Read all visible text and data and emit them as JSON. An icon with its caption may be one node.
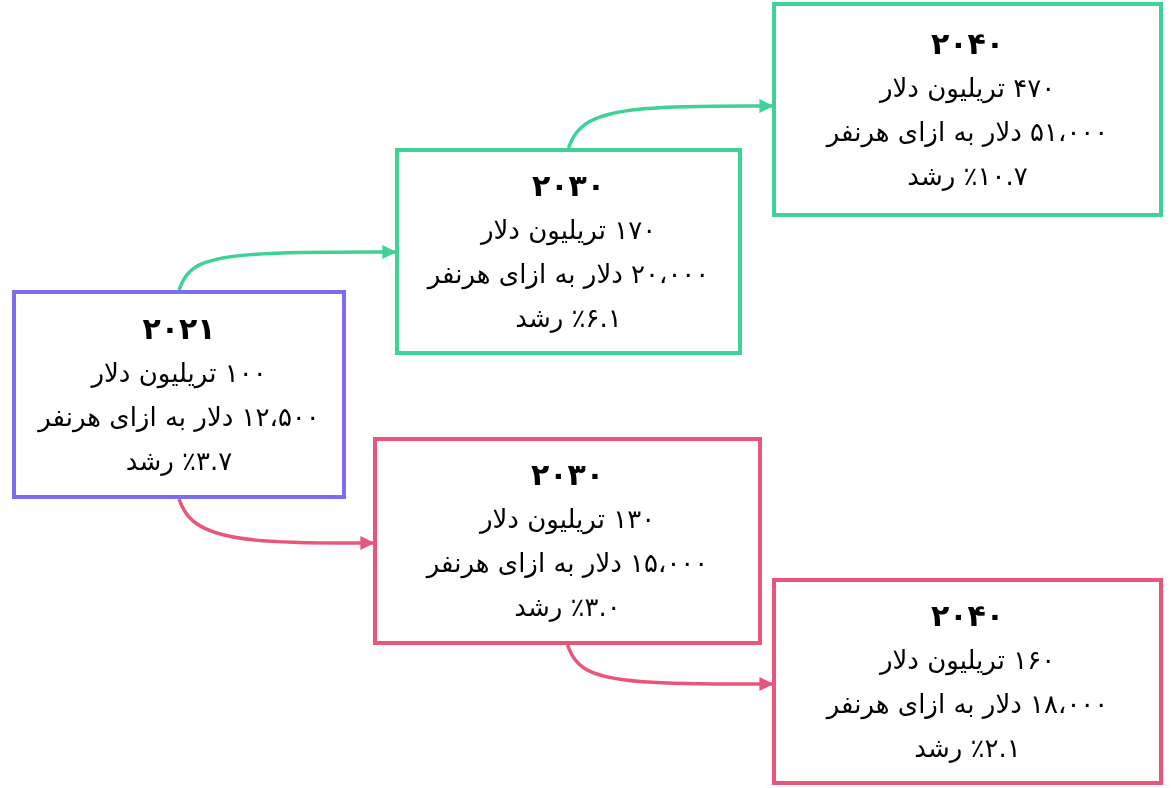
{
  "diagram": {
    "nodes": [
      {
        "text": [
          "۲۰۲۱",
          "۱۰۰ تریلیون دلار",
          "۱۲،۵۰۰ دلار به ازای هرنفر",
          "٪۳.۷ رشد"
        ]
      },
      {
        "text": [
          "۲۰۳۰",
          "۱۷۰ تریلیون دلار",
          "۲۰،۰۰۰ دلار به ازای هرنفر",
          "٪۶.۱ رشد"
        ]
      },
      {
        "text": [
          "۲۰۴۰",
          "۴۷۰ تریلیون دلار",
          "۵۱،۰۰۰ دلار به ازای هرنفر",
          "٪۱۰.۷ رشد"
        ]
      },
      {
        "text": [
          "۲۰۳۰",
          "۱۳۰ تریلیون دلار",
          "۱۵،۰۰۰ دلار به ازای هرنفر",
          "٪۳.۰ رشد"
        ]
      },
      {
        "text": [
          "۲۰۴۰",
          "۱۶۰ تریلیون دلار",
          "۱۸،۰۰۰ دلار به ازای هرنفر",
          "٪۲.۱ رشد"
        ]
      }
    ],
    "edges": [
      {
        "from": 0,
        "to": 1,
        "arrow": "to",
        "color": "#3fd196"
      },
      {
        "from": 1,
        "to": 2,
        "arrow": "to",
        "color": "#3fd196"
      },
      {
        "from": 0,
        "to": 3,
        "arrow": "to",
        "color": "#e8577a"
      },
      {
        "from": 3,
        "to": 4,
        "arrow": "to",
        "color": "#e8577a"
      }
    ]
  }
}
